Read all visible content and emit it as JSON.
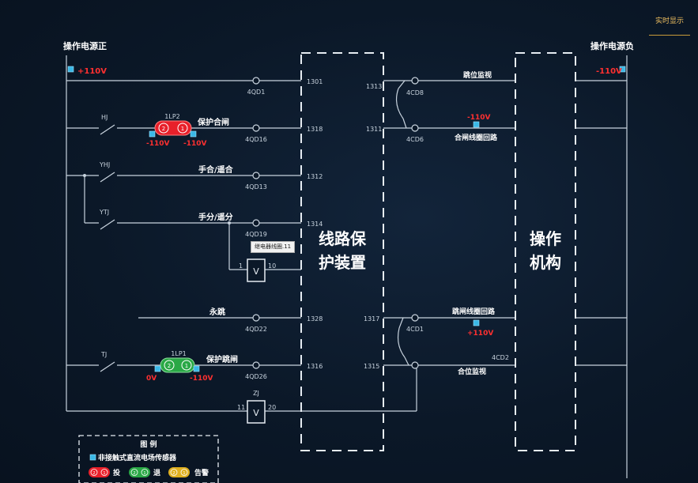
{
  "header": {
    "realtime_tab": "实时显示"
  },
  "rails": {
    "left_title": "操作电源正",
    "right_title": "操作电源负",
    "left_voltage": "+110V",
    "right_voltage": "-110V"
  },
  "rows": {
    "r1": {
      "switch": "4QD1",
      "terminal": "1301"
    },
    "r2": {
      "contact": "HJ",
      "plate": "1LP2",
      "plate_left": "2",
      "plate_right": "1",
      "v_left": "-110V",
      "v_right": "-110V",
      "label": "保护合闸",
      "switch": "4QD16",
      "terminal": "1318"
    },
    "r3": {
      "contact": "YHJ",
      "label": "手合/遥合",
      "switch": "4QD13",
      "terminal": "1312"
    },
    "r4": {
      "contact": "YTJ",
      "label": "手分/遥分",
      "switch": "4QD19",
      "terminal": "1314"
    },
    "relay": {
      "left_pin": "1",
      "right_pin": "10",
      "symbol": "V",
      "tooltip": "继电器线圈.11"
    },
    "r5": {
      "label": "永跳",
      "switch": "4QD22",
      "terminal": "1328"
    },
    "r6": {
      "contact": "TJ",
      "plate": "1LP1",
      "plate_left": "2",
      "plate_right": "1",
      "v_left": "0V",
      "v_right": "-110V",
      "label": "保护跳闸",
      "switch": "4QD26",
      "terminal": "1316"
    },
    "zj": {
      "name": "ZJ",
      "left_pin": "11",
      "right_pin": "20",
      "symbol": "V"
    }
  },
  "boxes": {
    "protection": [
      "线路保",
      "护装置"
    ],
    "mechanism": [
      "操作",
      "机构"
    ]
  },
  "right": {
    "t1313": "1313",
    "t1311": "1311",
    "t1317": "1317",
    "t1315": "1315",
    "cd8": "4CD8",
    "cd6": "4CD6",
    "cd1": "4CD1",
    "cd2": "4CD2",
    "trip_monitor": "跳位监视",
    "close_coil": "合闸线圈回路",
    "close_coil_v": "-110V",
    "trip_coil": "跳闸线圈回路",
    "trip_coil_v": "+110V",
    "close_monitor": "合位监视"
  },
  "legend": {
    "title": "图 例",
    "sensor": "非接触式直流电场传感器",
    "on_label": "投",
    "off_label": "退",
    "alarm_label": "告警",
    "pin_a": "2",
    "pin_b": "1"
  },
  "colors": {
    "wire": "#c8d3de",
    "red": "#e8202a",
    "green": "#2aa846",
    "yellow": "#e0b020",
    "sensor": "#3ab8e6",
    "voltage_text": "#ff3030"
  }
}
